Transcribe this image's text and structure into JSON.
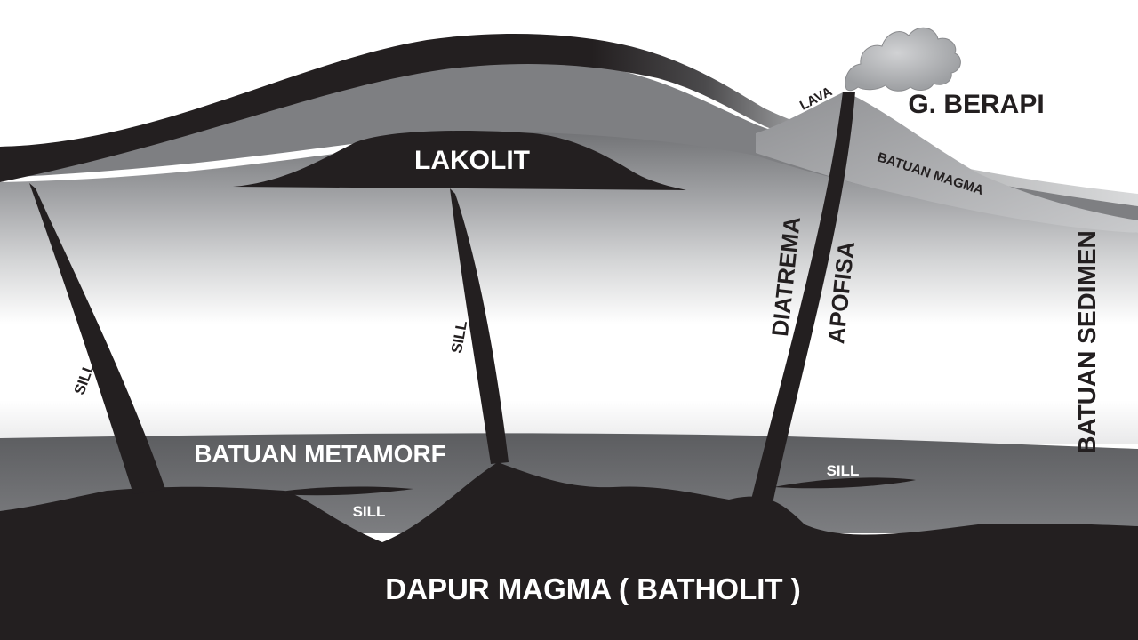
{
  "labels": {
    "lakolit": "LAKOLIT",
    "lava": "LAVA",
    "g_berapi": "G. BERAPI",
    "batuan_magma": "BATUAN MAGMA",
    "diatrema": "DIATREMA",
    "apofisa": "APOFISA",
    "batuan_sedimen": "BATUAN SEDIMEN",
    "sill_left": "SILL",
    "sill_middle": "SILL",
    "sill_bottom": "SILL",
    "sill_right": "SILL",
    "batuan_metamorf": "BATUAN METAMORF",
    "dapur_magma": "DAPUR MAGMA ( BATHOLIT )"
  },
  "colors": {
    "magma": "#231f20",
    "metamorphic": "#6d6e71",
    "volcano_fill": "#a7a9ac",
    "cloud": "#bcbec0",
    "label_light": "#ffffff",
    "label_dark": "#231f20"
  }
}
